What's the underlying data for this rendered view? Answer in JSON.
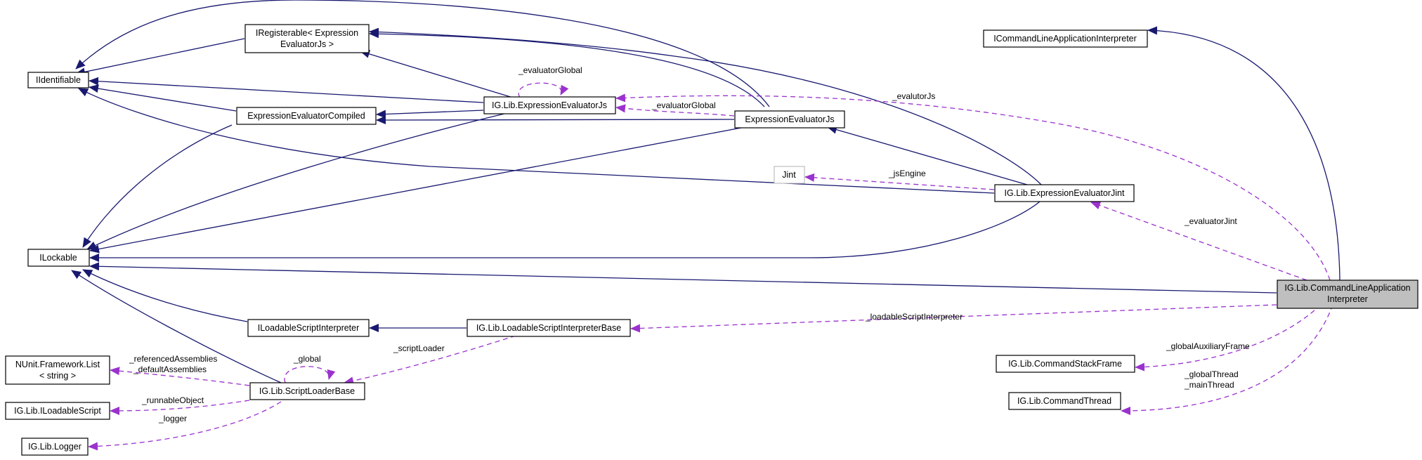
{
  "colors": {
    "inheritance_edge": "#191970",
    "usage_edge": "#9a32cd",
    "focus_node_fill": "#bfbfbf",
    "node_fill": "#ffffff"
  },
  "nodes": {
    "iidentifiable": "IIdentifiable",
    "iregisterable_1": "IRegisterable< Expression",
    "iregisterable_2": "EvaluatorJs >",
    "expression_evaluator_compiled": "ExpressionEvaluatorCompiled",
    "ig_expression_evaluator_js": "IG.Lib.ExpressionEvaluatorJs",
    "expression_evaluator_js": "ExpressionEvaluatorJs",
    "jint": "Jint",
    "ig_expression_evaluator_jint": "IG.Lib.ExpressionEvaluatorJint",
    "ilockable": "ILockable",
    "iloadable_script_interpreter": "ILoadableScriptInterpreter",
    "ig_loadable_script_interpreter_base": "IG.Lib.LoadableScriptInterpreterBase",
    "nunit_list_1": "NUnit.Framework.List",
    "nunit_list_2": "< string >",
    "ig_script_loader_base": "IG.Lib.ScriptLoaderBase",
    "ig_iloadable_script": "IG.Lib.ILoadableScript",
    "ig_logger": "IG.Lib.Logger",
    "icommand_line_application_interpreter": "ICommandLineApplicationInterpreter",
    "focus_1": "IG.Lib.CommandLineApplication",
    "focus_2": "Interpreter",
    "ig_command_stack_frame": "IG.Lib.CommandStackFrame",
    "ig_command_thread": "IG.Lib.CommandThread"
  },
  "edge_labels": {
    "evaluator_global_self": "_evaluatorGlobal",
    "evaluator_global": "_evaluatorGlobal",
    "evaluator_js": "_evalutorJs",
    "js_engine": "_jsEngine",
    "evaluator_jint": "_evaluatorJint",
    "loadable_script_interpreter": "_loadableScriptInterpreter",
    "script_loader": "_scriptLoader",
    "global_self": "_global",
    "referenced_assemblies": "_referencedAssemblies",
    "default_assemblies": "_defaultAssemblies",
    "runnable_object": "_runnableObject",
    "logger": "_logger",
    "global_auxiliary_frame": "_globalAuxiliaryFrame",
    "global_thread": "_globalThread",
    "main_thread": "_mainThread"
  }
}
